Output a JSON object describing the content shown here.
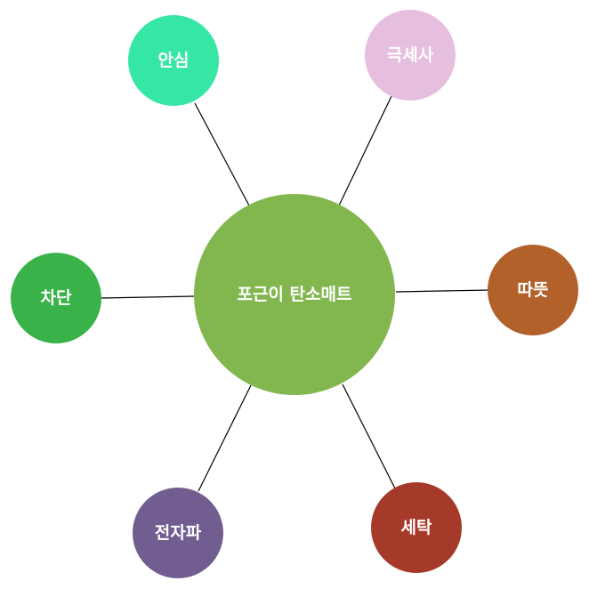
{
  "diagram": {
    "center": {
      "label": "포근이 탄소매트",
      "color": "#82b750"
    },
    "nodes": [
      {
        "id": "ansim",
        "label": "안심",
        "color": "#36e6a4"
      },
      {
        "id": "geukse",
        "label": "극세사",
        "color": "#e6bfdf"
      },
      {
        "id": "chadan",
        "label": "차단",
        "color": "#3ab24a"
      },
      {
        "id": "ttatteut",
        "label": "따뜻",
        "color": "#b2612b"
      },
      {
        "id": "jeonjapa",
        "label": "전자파",
        "color": "#715d90"
      },
      {
        "id": "setak",
        "label": "세탁",
        "color": "#a63a2a"
      }
    ],
    "connector_color": "#000000"
  }
}
